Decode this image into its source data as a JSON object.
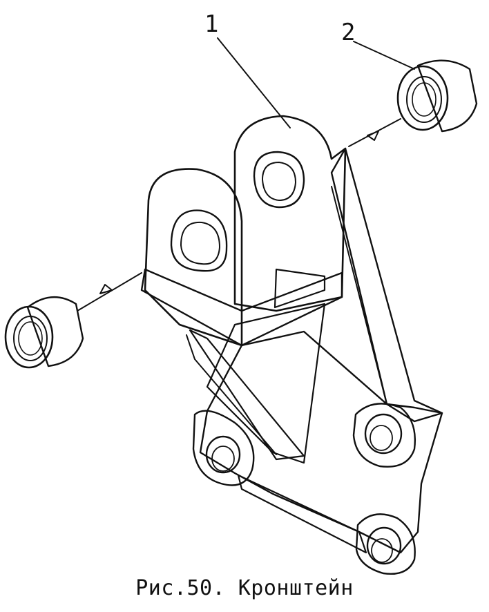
{
  "figure": {
    "caption": "Рис.50. Кронштейн",
    "callouts": [
      {
        "number": "1",
        "refers_to": "bracket-body"
      },
      {
        "number": "2",
        "refers_to": "needle-bearing"
      }
    ]
  },
  "colors": {
    "ink": "#111111",
    "paper": "#ffffff"
  }
}
